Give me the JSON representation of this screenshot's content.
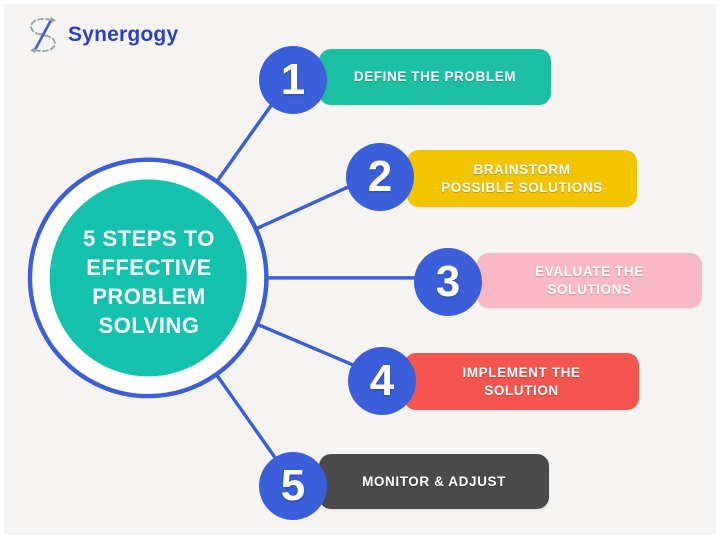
{
  "canvas": {
    "background": "#F5F4F2",
    "border_color": "#FEFEFE"
  },
  "logo": {
    "text": "Synergogy",
    "text_color": "#2B3EC4",
    "icon": "synergogy-s-arrows-icon",
    "icon_color": "#9AA0AB",
    "icon_accent_color": "#3A5FD8"
  },
  "hub": {
    "title_lines": [
      "5 STEPS TO",
      "EFFECTIVE",
      "PROBLEM",
      "SOLVING"
    ],
    "fill_color": "#14C1AD",
    "ring_color": "#3A5FD8",
    "ring_fill_color": "#FFFFFF",
    "text_color": "#FFFFFF"
  },
  "connectors": {
    "color": "#3A5FD8"
  },
  "steps": [
    {
      "number": "1",
      "label_lines": [
        "DEFINE THE PROBLEM"
      ],
      "bar_color": "#1DBFA3",
      "circle_color": "#3A5FD8"
    },
    {
      "number": "2",
      "label_lines": [
        "BRAINSTORM",
        "POSSIBLE SOLUTIONS"
      ],
      "bar_color": "#F2C400",
      "circle_color": "#3A5FD8"
    },
    {
      "number": "3",
      "label_lines": [
        "EVALUATE THE",
        "SOLUTIONS"
      ],
      "bar_color": "#F9B9C4",
      "circle_color": "#3A5FD8"
    },
    {
      "number": "4",
      "label_lines": [
        "IMPLEMENT THE",
        "SOLUTION"
      ],
      "bar_color": "#F4564F",
      "circle_color": "#3A5FD8"
    },
    {
      "number": "5",
      "label_lines": [
        "MONITOR & ADJUST"
      ],
      "bar_color": "#4A4A4A",
      "circle_color": "#3A5FD8"
    }
  ]
}
